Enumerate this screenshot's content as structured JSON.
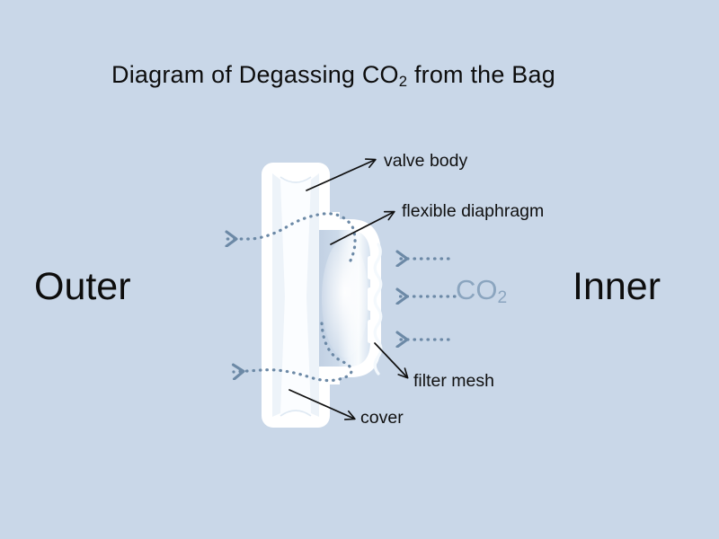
{
  "title": {
    "prefix": "Diagram of  Degassing CO",
    "sub": "2",
    "suffix": " from the Bag",
    "full": "Diagram of Degassing CO2 from the Bag"
  },
  "regions": {
    "outer": "Outer",
    "inner": "Inner"
  },
  "gas": {
    "formula": "CO",
    "subscript": "2",
    "color": "#8ba5bf"
  },
  "callouts": [
    {
      "id": "valve-body",
      "label": "valve body"
    },
    {
      "id": "flexible-diaphragm",
      "label": "flexible diaphragm"
    },
    {
      "id": "filter-mesh",
      "label": "filter mesh"
    },
    {
      "id": "cover",
      "label": "cover"
    }
  ],
  "colors": {
    "background": "#c9d7e8",
    "valve_body": "#ffffff",
    "chamber_fill": "#c3d2e4",
    "gas_path": "#6c89a6",
    "text": "#0d0d0d",
    "co2_text": "#8ba5bf",
    "mesh": "#f2f7fc"
  },
  "flow": {
    "inlet_arrow_count": 3,
    "outlet_arrow_count": 2,
    "inlet_direction": "leftward-into-valve",
    "outlet_direction": "leftward-out-of-valve",
    "description": "CO2 enters through three filter-mesh ports on the inner side, passes the flexible diaphragm, and escapes to the outer side"
  }
}
